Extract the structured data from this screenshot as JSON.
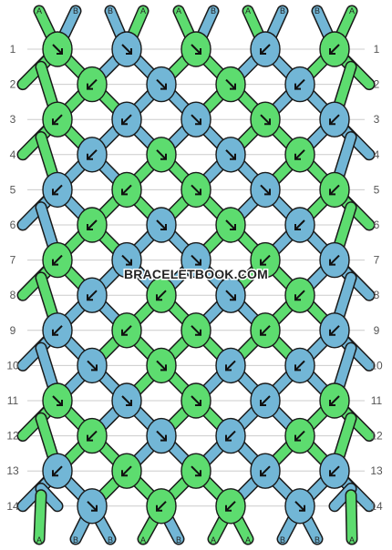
{
  "colors": {
    "A": "#5ddc6f",
    "B": "#72b6d6",
    "outline": "#1a1a1a",
    "grid": "#cccccc"
  },
  "top_strands": [
    "A",
    "B",
    "B",
    "A",
    "A",
    "B",
    "A",
    "B",
    "B",
    "A"
  ],
  "bottom_strands": [
    "A",
    "B",
    "B",
    "A",
    "B",
    "A",
    "A",
    "B",
    "B",
    "A"
  ],
  "rows": [
    {
      "label": "1",
      "knots": [
        {
          "color": "A",
          "dir": "se"
        },
        {
          "color": "B",
          "dir": "se"
        },
        {
          "color": "A",
          "dir": "se"
        },
        {
          "color": "B",
          "dir": "sw"
        },
        {
          "color": "A",
          "dir": "sw"
        }
      ]
    },
    {
      "label": "2",
      "knots": [
        {
          "color": "A",
          "dir": "sw"
        },
        {
          "color": "B",
          "dir": "se"
        },
        {
          "color": "A",
          "dir": "se"
        },
        {
          "color": "B",
          "dir": "sw"
        }
      ]
    },
    {
      "label": "3",
      "knots": [
        {
          "color": "A",
          "dir": "sw"
        },
        {
          "color": "B",
          "dir": "sw"
        },
        {
          "color": "B",
          "dir": "se"
        },
        {
          "color": "A",
          "dir": "se"
        },
        {
          "color": "B",
          "dir": "sw"
        }
      ]
    },
    {
      "label": "4",
      "knots": [
        {
          "color": "B",
          "dir": "sw"
        },
        {
          "color": "A",
          "dir": "se"
        },
        {
          "color": "B",
          "dir": "se"
        },
        {
          "color": "A",
          "dir": "sw"
        }
      ]
    },
    {
      "label": "5",
      "knots": [
        {
          "color": "B",
          "dir": "sw"
        },
        {
          "color": "A",
          "dir": "sw"
        },
        {
          "color": "A",
          "dir": "se"
        },
        {
          "color": "B",
          "dir": "se"
        },
        {
          "color": "A",
          "dir": "sw"
        }
      ]
    },
    {
      "label": "6",
      "knots": [
        {
          "color": "A",
          "dir": "sw"
        },
        {
          "color": "B",
          "dir": "se"
        },
        {
          "color": "A",
          "dir": "se"
        },
        {
          "color": "B",
          "dir": "sw"
        }
      ]
    },
    {
      "label": "7",
      "knots": [
        {
          "color": "A",
          "dir": "sw"
        },
        {
          "color": "B",
          "dir": "se"
        },
        {
          "color": "B",
          "dir": "se"
        },
        {
          "color": "A",
          "dir": "sw"
        },
        {
          "color": "B",
          "dir": "sw"
        }
      ]
    },
    {
      "label": "8",
      "knots": [
        {
          "color": "B",
          "dir": "sw"
        },
        {
          "color": "A",
          "dir": "sw"
        },
        {
          "color": "B",
          "dir": "se"
        },
        {
          "color": "A",
          "dir": "sw"
        }
      ]
    },
    {
      "label": "9",
      "knots": [
        {
          "color": "B",
          "dir": "sw"
        },
        {
          "color": "A",
          "dir": "sw"
        },
        {
          "color": "A",
          "dir": "se"
        },
        {
          "color": "A",
          "dir": "sw"
        },
        {
          "color": "B",
          "dir": "sw"
        }
      ]
    },
    {
      "label": "10",
      "knots": [
        {
          "color": "B",
          "dir": "se"
        },
        {
          "color": "A",
          "dir": "se"
        },
        {
          "color": "B",
          "dir": "sw"
        },
        {
          "color": "B",
          "dir": "sw"
        }
      ]
    },
    {
      "label": "11",
      "knots": [
        {
          "color": "A",
          "dir": "se"
        },
        {
          "color": "B",
          "dir": "se"
        },
        {
          "color": "A",
          "dir": "se"
        },
        {
          "color": "B",
          "dir": "sw"
        },
        {
          "color": "A",
          "dir": "sw"
        }
      ]
    },
    {
      "label": "12",
      "knots": [
        {
          "color": "A",
          "dir": "sw"
        },
        {
          "color": "B",
          "dir": "se"
        },
        {
          "color": "B",
          "dir": "sw"
        },
        {
          "color": "A",
          "dir": "sw"
        }
      ]
    },
    {
      "label": "13",
      "knots": [
        {
          "color": "B",
          "dir": "sw"
        },
        {
          "color": "A",
          "dir": "sw"
        },
        {
          "color": "A",
          "dir": "se"
        },
        {
          "color": "B",
          "dir": "sw"
        },
        {
          "color": "B",
          "dir": "sw"
        }
      ]
    },
    {
      "label": "14",
      "knots": [
        {
          "color": "B",
          "dir": "se"
        },
        {
          "color": "A",
          "dir": "sw"
        },
        {
          "color": "A",
          "dir": "sw"
        },
        {
          "color": "B",
          "dir": "se"
        }
      ]
    }
  ],
  "watermark": "BRACELETBOOK.COM"
}
